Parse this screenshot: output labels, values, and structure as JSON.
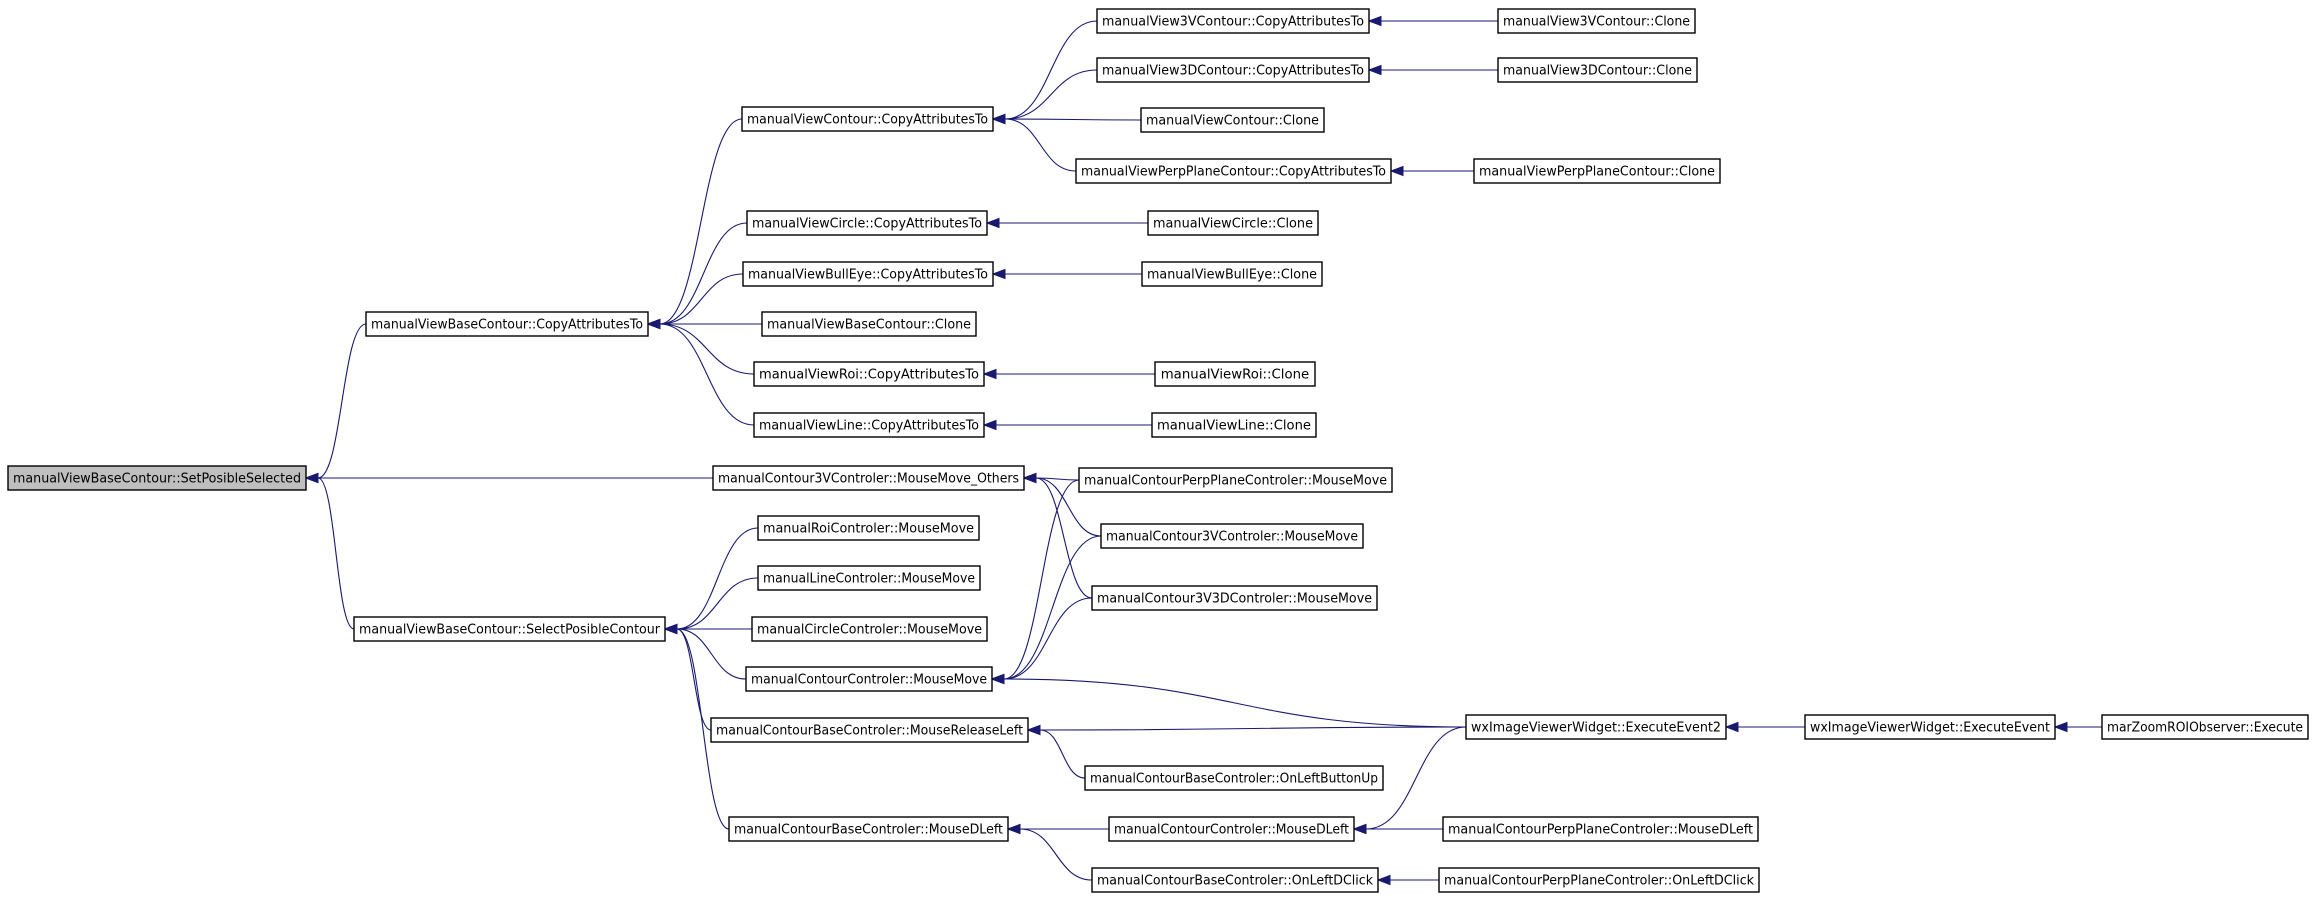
{
  "nodes": [
    {
      "id": "n0",
      "label": "manualViewBaseContour::SetPosibleSelected",
      "root": true
    },
    {
      "id": "n1",
      "label": "manualViewBaseContour::CopyAttributesTo"
    },
    {
      "id": "n2",
      "label": "manualViewContour::CopyAttributesTo"
    },
    {
      "id": "n3",
      "label": "manualView3VContour::CopyAttributesTo"
    },
    {
      "id": "n4",
      "label": "manualView3VContour::Clone"
    },
    {
      "id": "n5",
      "label": "manualView3DContour::CopyAttributesTo"
    },
    {
      "id": "n6",
      "label": "manualView3DContour::Clone"
    },
    {
      "id": "n7",
      "label": "manualViewContour::Clone"
    },
    {
      "id": "n8",
      "label": "manualViewPerpPlaneContour::CopyAttributesTo"
    },
    {
      "id": "n9",
      "label": "manualViewPerpPlaneContour::Clone"
    },
    {
      "id": "n10",
      "label": "manualViewCircle::CopyAttributesTo"
    },
    {
      "id": "n11",
      "label": "manualViewCircle::Clone"
    },
    {
      "id": "n12",
      "label": "manualViewBullEye::CopyAttributesTo"
    },
    {
      "id": "n13",
      "label": "manualViewBullEye::Clone"
    },
    {
      "id": "n14",
      "label": "manualViewBaseContour::Clone"
    },
    {
      "id": "n15",
      "label": "manualViewRoi::CopyAttributesTo"
    },
    {
      "id": "n16",
      "label": "manualViewRoi::Clone"
    },
    {
      "id": "n17",
      "label": "manualViewLine::CopyAttributesTo"
    },
    {
      "id": "n18",
      "label": "manualViewLine::Clone"
    },
    {
      "id": "n19",
      "label": "manualContour3VControler::MouseMove_Others"
    },
    {
      "id": "n20",
      "label": "manualContourPerpPlaneControler::MouseMove"
    },
    {
      "id": "n21",
      "label": "manualContour3VControler::MouseMove"
    },
    {
      "id": "n22",
      "label": "manualContour3V3DControler::MouseMove"
    },
    {
      "id": "n23",
      "label": "manualViewBaseContour::SelectPosibleContour"
    },
    {
      "id": "n24",
      "label": "manualRoiControler::MouseMove"
    },
    {
      "id": "n25",
      "label": "manualLineControler::MouseMove"
    },
    {
      "id": "n26",
      "label": "manualCircleControler::MouseMove"
    },
    {
      "id": "n27",
      "label": "manualContourControler::MouseMove"
    },
    {
      "id": "n28",
      "label": "manualContourBaseControler::MouseReleaseLeft"
    },
    {
      "id": "n29",
      "label": "manualContourBaseControler::OnLeftButtonUp"
    },
    {
      "id": "n30",
      "label": "wxImageViewerWidget::ExecuteEvent2"
    },
    {
      "id": "n31",
      "label": "wxImageViewerWidget::ExecuteEvent"
    },
    {
      "id": "n32",
      "label": "marZoomROIObserver::Execute"
    },
    {
      "id": "n33",
      "label": "manualContourBaseControler::MouseDLeft"
    },
    {
      "id": "n34",
      "label": "manualContourControler::MouseDLeft"
    },
    {
      "id": "n35",
      "label": "manualContourPerpPlaneControler::MouseDLeft"
    },
    {
      "id": "n36",
      "label": "manualContourBaseControler::OnLeftDClick"
    },
    {
      "id": "n37",
      "label": "manualContourPerpPlaneControler::OnLeftDClick"
    }
  ],
  "edges": [
    {
      "from": "n1",
      "to": "n0"
    },
    {
      "from": "n19",
      "to": "n0"
    },
    {
      "from": "n23",
      "to": "n0"
    },
    {
      "from": "n2",
      "to": "n1"
    },
    {
      "from": "n10",
      "to": "n1"
    },
    {
      "from": "n12",
      "to": "n1"
    },
    {
      "from": "n14",
      "to": "n1"
    },
    {
      "from": "n15",
      "to": "n1"
    },
    {
      "from": "n17",
      "to": "n1"
    },
    {
      "from": "n3",
      "to": "n2"
    },
    {
      "from": "n5",
      "to": "n2"
    },
    {
      "from": "n7",
      "to": "n2"
    },
    {
      "from": "n8",
      "to": "n2"
    },
    {
      "from": "n4",
      "to": "n3"
    },
    {
      "from": "n6",
      "to": "n5"
    },
    {
      "from": "n9",
      "to": "n8"
    },
    {
      "from": "n11",
      "to": "n10"
    },
    {
      "from": "n13",
      "to": "n12"
    },
    {
      "from": "n16",
      "to": "n15"
    },
    {
      "from": "n18",
      "to": "n17"
    },
    {
      "from": "n20",
      "to": "n19"
    },
    {
      "from": "n21",
      "to": "n19"
    },
    {
      "from": "n22",
      "to": "n19"
    },
    {
      "from": "n24",
      "to": "n23"
    },
    {
      "from": "n25",
      "to": "n23"
    },
    {
      "from": "n26",
      "to": "n23"
    },
    {
      "from": "n27",
      "to": "n23"
    },
    {
      "from": "n28",
      "to": "n23"
    },
    {
      "from": "n33",
      "to": "n23"
    },
    {
      "from": "n20",
      "to": "n27"
    },
    {
      "from": "n21",
      "to": "n27"
    },
    {
      "from": "n22",
      "to": "n27"
    },
    {
      "from": "n30",
      "to": "n27"
    },
    {
      "from": "n29",
      "to": "n28"
    },
    {
      "from": "n30",
      "to": "n28"
    },
    {
      "from": "n31",
      "to": "n30"
    },
    {
      "from": "n32",
      "to": "n31"
    },
    {
      "from": "n34",
      "to": "n33"
    },
    {
      "from": "n36",
      "to": "n33"
    },
    {
      "from": "n30",
      "to": "n34"
    },
    {
      "from": "n35",
      "to": "n34"
    },
    {
      "from": "n37",
      "to": "n36"
    }
  ]
}
